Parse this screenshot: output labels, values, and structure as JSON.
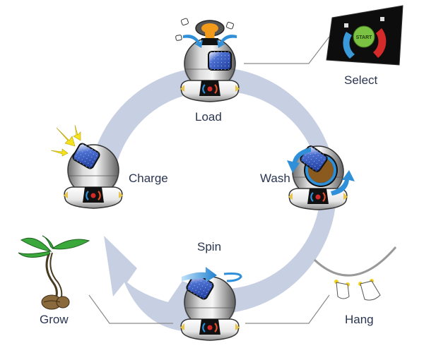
{
  "diagram": {
    "title": "",
    "type": "cycle",
    "colors": {
      "cycle_ring": "#c7cfe2",
      "label_text": "#2a3550",
      "connector_line": "#8a8a8a",
      "motion_arrow": "#2f8fd8",
      "solar_panel": "#2b4fb8",
      "start_button": "#7cc242",
      "cold_selector": "#3a9ad9",
      "hot_selector": "#d42a2a",
      "sun_rays": "#f4e21c",
      "leaf": "#3aa83a",
      "seed": "#8a6a3c",
      "clothes_peg": "#f2d21b"
    },
    "cycle_steps": [
      {
        "id": "load",
        "label": "Load",
        "icon": "washing-pod-load-icon"
      },
      {
        "id": "wash",
        "label": "Wash",
        "icon": "washing-pod-wash-icon"
      },
      {
        "id": "spin",
        "label": "Spin",
        "icon": "washing-pod-spin-icon"
      },
      {
        "id": "charge",
        "label": "Charge",
        "icon": "washing-pod-charge-icon"
      }
    ],
    "side_items": [
      {
        "id": "select",
        "label": "Select",
        "icon": "control-panel-icon",
        "start_text": "START",
        "connects_to": "load"
      },
      {
        "id": "hang",
        "label": "Hang",
        "icon": "clothesline-icon",
        "connects_to": "spin"
      },
      {
        "id": "grow",
        "label": "Grow",
        "icon": "sprouting-plant-icon",
        "connects_to": "spin"
      }
    ]
  }
}
